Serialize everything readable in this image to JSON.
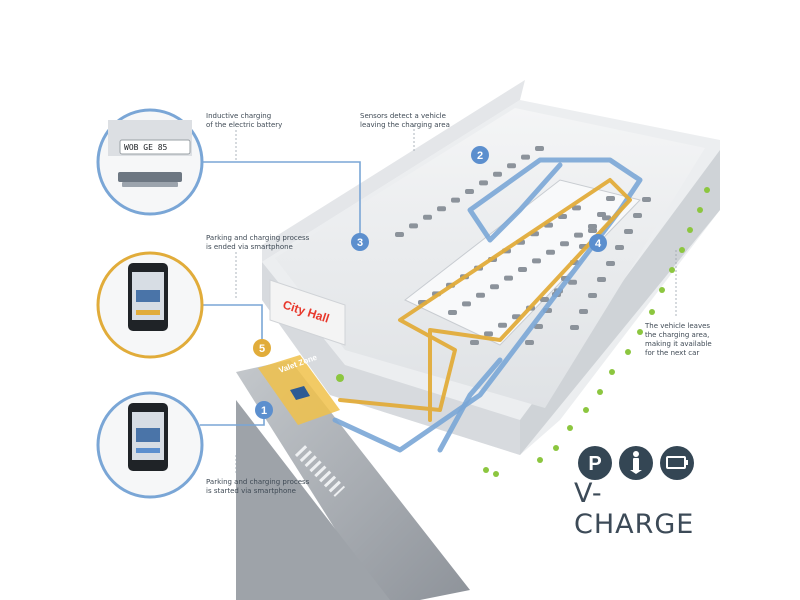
{
  "captions": {
    "inductive": "Inductive charging\nof the electric battery",
    "sensors": "Sensors detect a vehicle\nleaving the charging area",
    "parking_ended": "Parking and charging process\nis ended via smartphone",
    "leaves": "The vehicle leaves\nthe charging area,\nmaking it available\nfor the next car",
    "parking_started": "Parking and charging process\nis started via smartphone"
  },
  "steps": [
    "1",
    "2",
    "3",
    "4",
    "5"
  ],
  "building": {
    "sign": "City Hall",
    "valet_zone": "Valet Zone"
  },
  "license_plate": "WOB GE 85",
  "logo": {
    "title": "V-CHARGE",
    "icons": [
      "parking-icon",
      "valet-person-icon",
      "battery-icon"
    ]
  },
  "colors": {
    "blue_route": "#7aa6d6",
    "gold_route": "#e1ac3a",
    "badge_blue": "#5c8fce",
    "badge_gold": "#e1ac3a",
    "logo_dark": "#344654",
    "sign_red": "#e8372b"
  }
}
